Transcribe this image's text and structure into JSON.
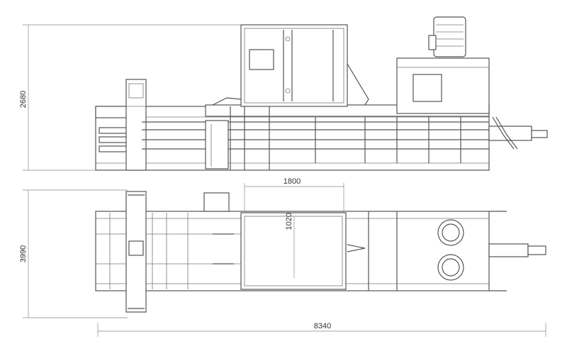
{
  "drawing": {
    "dimensions": {
      "side_height": "2680",
      "plan_width": "3990",
      "overall_length": "8340",
      "hopper_length": "1800",
      "hopper_width": "1020"
    }
  }
}
